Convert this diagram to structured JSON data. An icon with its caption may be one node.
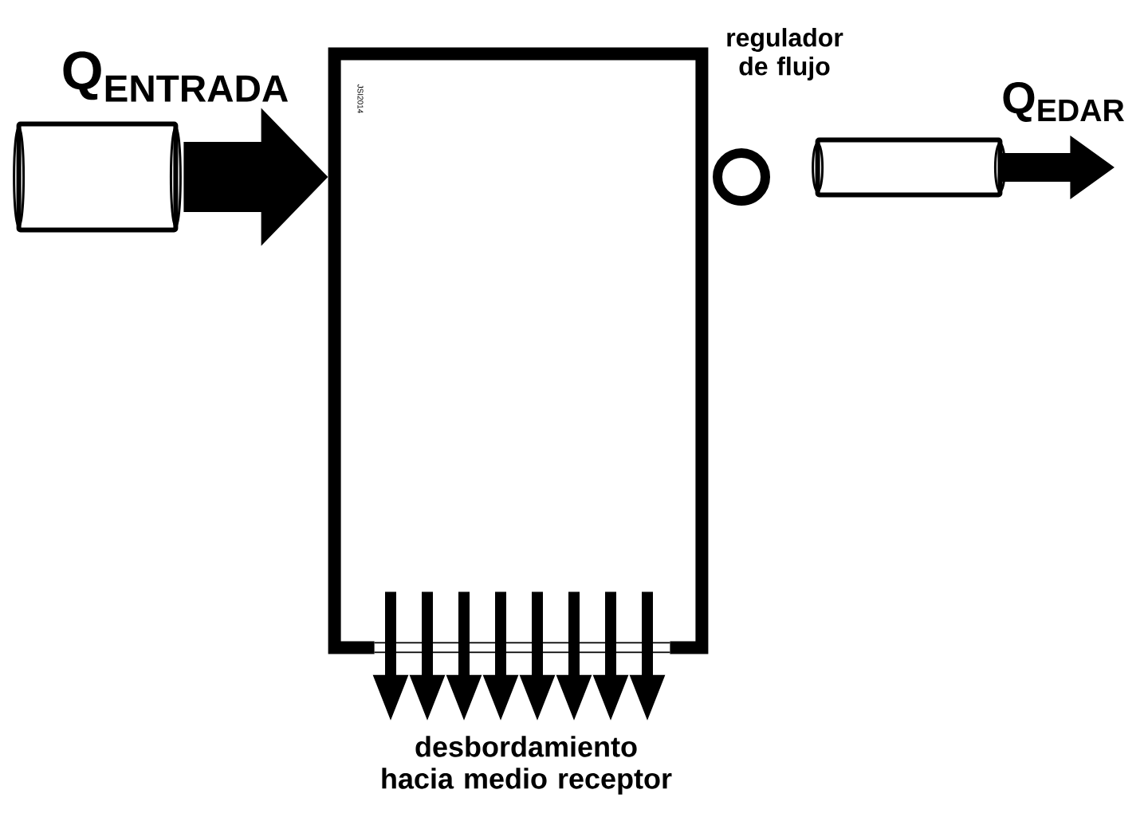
{
  "diagram": {
    "nodes": [
      {
        "text": [],
        "shape": "cylinder",
        "beside": [
          "Q$_{ENTRADA}$"
        ]
      },
      {
        "text": [],
        "shape": "box"
      },
      {
        "text": [],
        "shape": "circle"
      },
      {
        "text": [],
        "shape": "cylinder",
        "beside": [
          "Q$_{EDAR}$"
        ]
      },
      {
        "text": [
          "desbordamiento hacia medio receptor"
        ]
      }
    ],
    "edges": [
      {
        "from": 0,
        "to": 1,
        "arrow": "to",
        "style": "thick"
      },
      {
        "from": 3,
        "to": null,
        "arrow": "to",
        "style": "thick"
      },
      {
        "from": 1,
        "to": 4,
        "arrow": "to"
      },
      {
        "from": 1,
        "to": 4,
        "arrow": "to"
      },
      {
        "from": 1,
        "to": 4,
        "arrow": "to"
      },
      {
        "from": 1,
        "to": 4,
        "arrow": "to"
      },
      {
        "from": 1,
        "to": 4,
        "arrow": "to"
      },
      {
        "from": 1,
        "to": 4,
        "arrow": "to"
      },
      {
        "from": 1,
        "to": 4,
        "arrow": "to"
      },
      {
        "from": 1,
        "to": 4,
        "arrow": "to"
      }
    ],
    "labels": [
      "JSI2014",
      "regulador de flujo"
    ]
  }
}
